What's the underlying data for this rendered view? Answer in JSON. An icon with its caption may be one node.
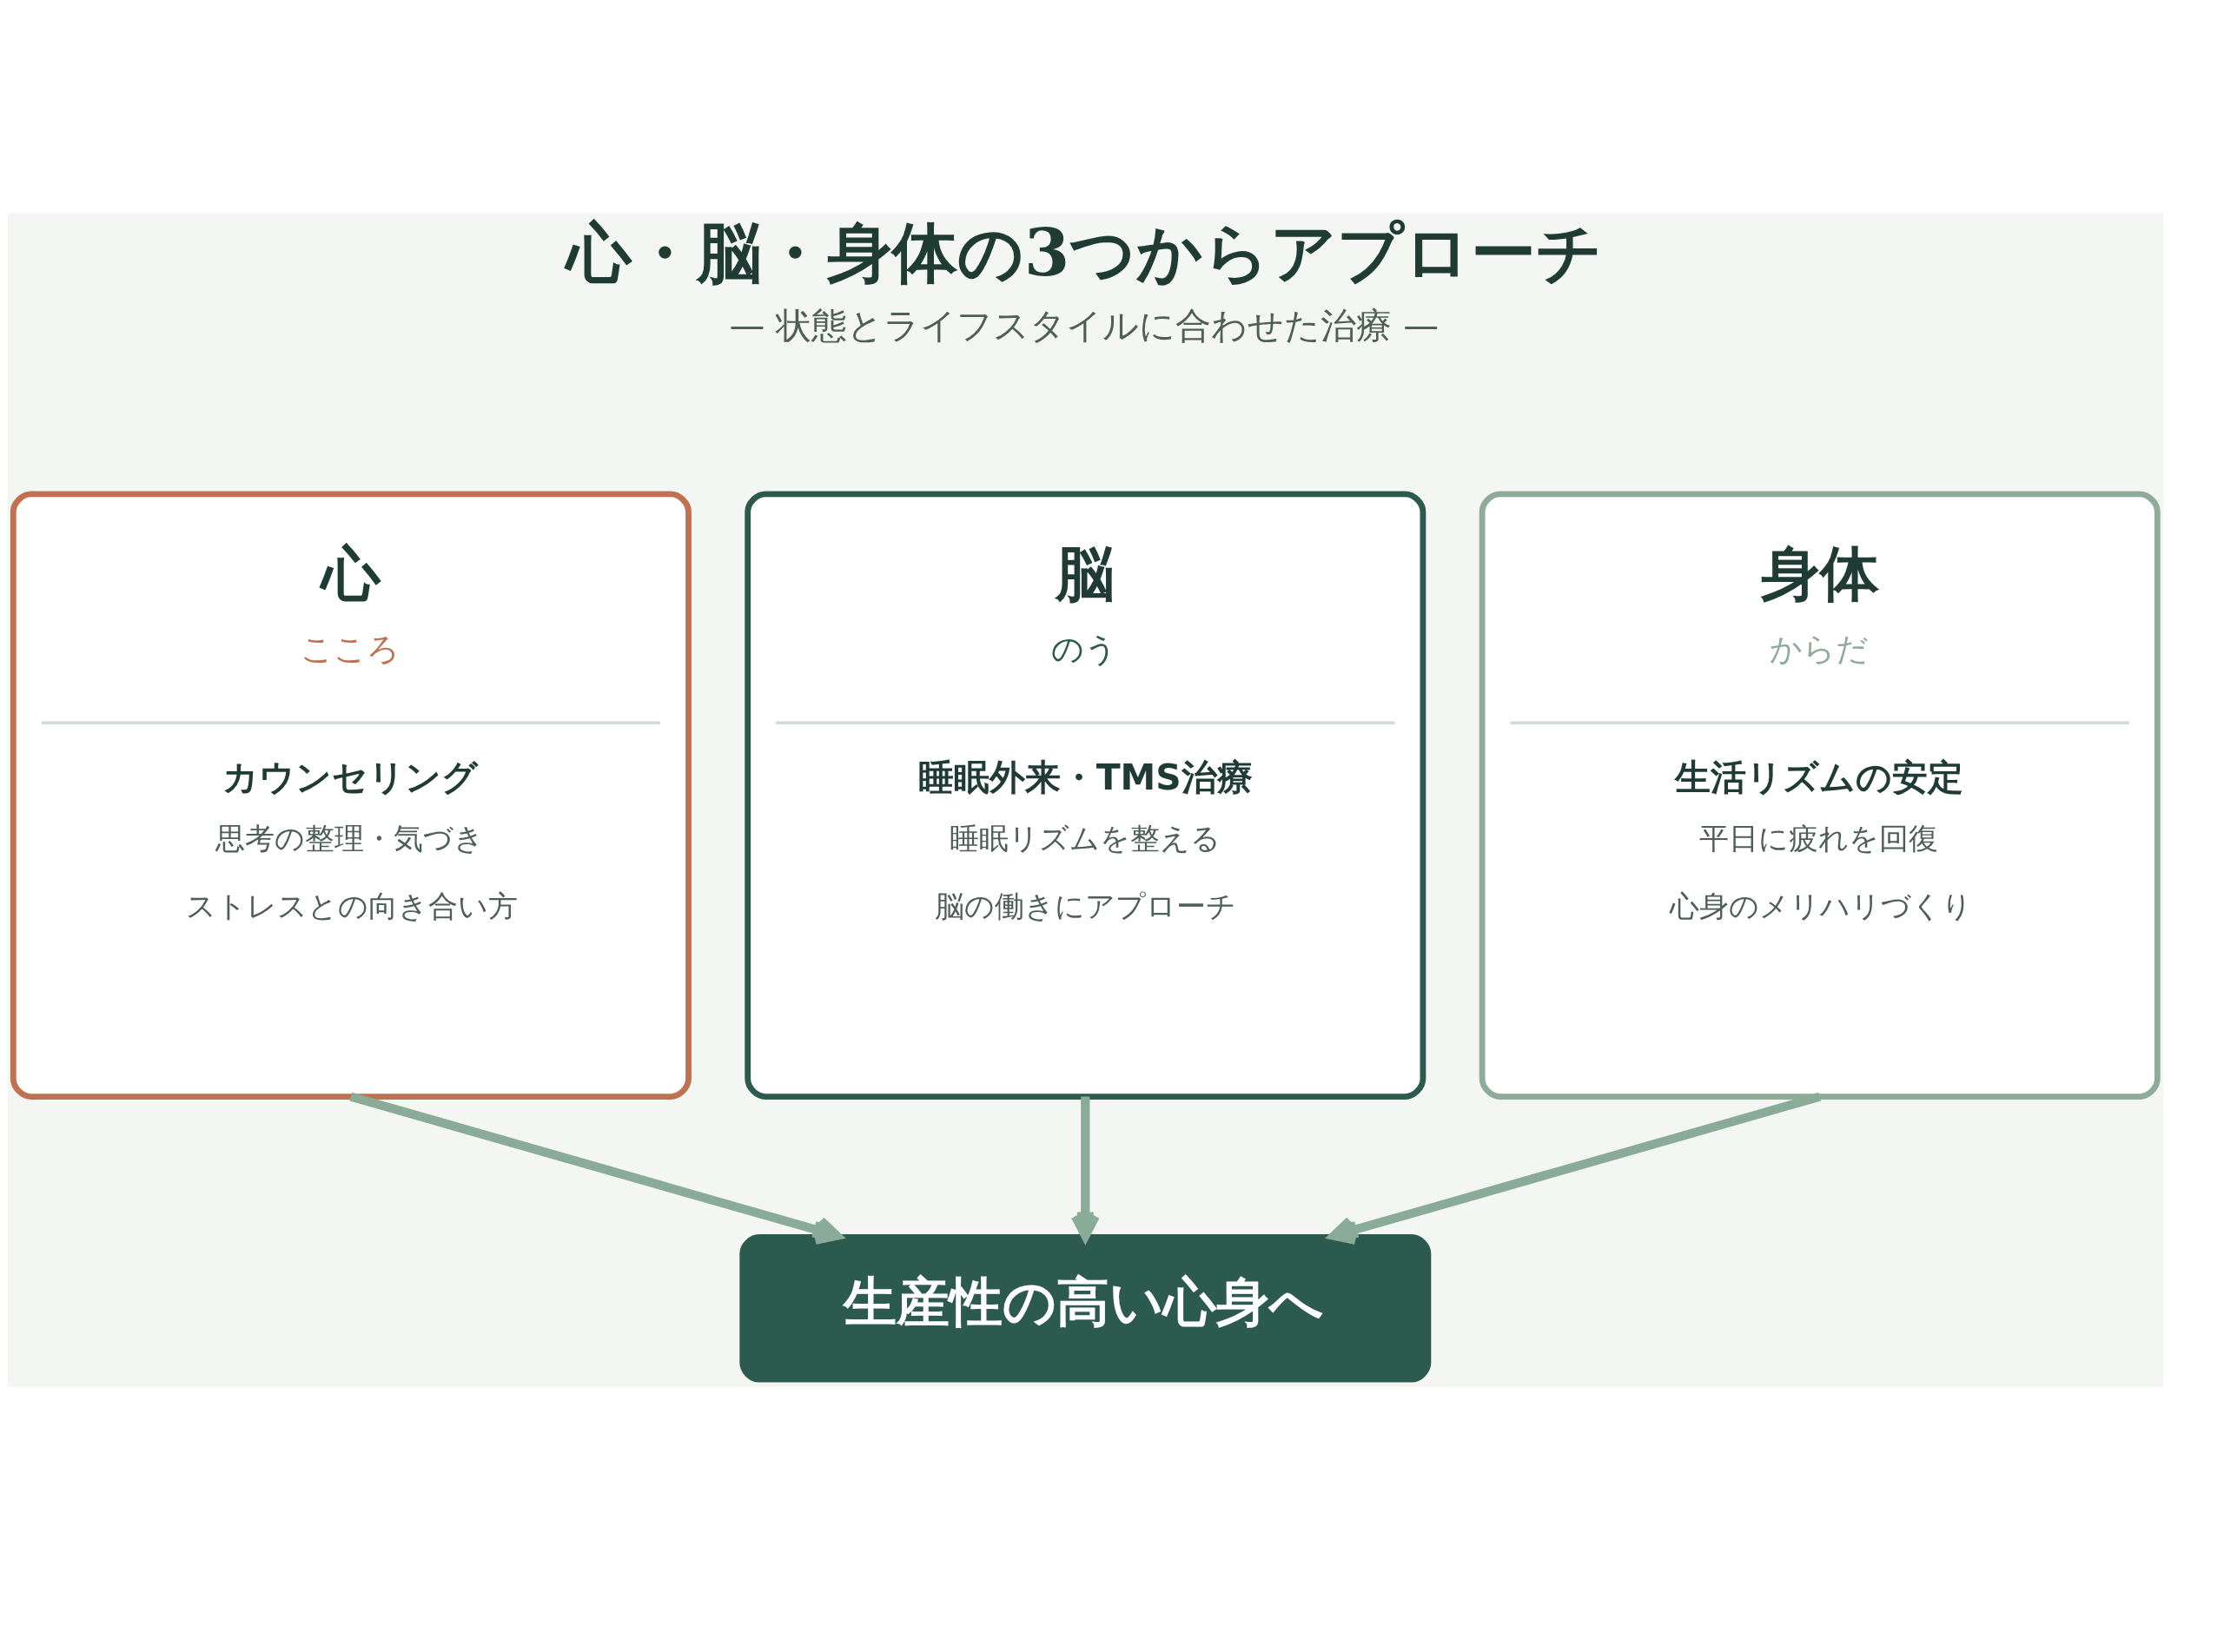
{
  "diagram": {
    "title": "心・脳・身体の3つからアプローチ",
    "nodes": [
      {
        "text": [
          "心",
          "こころ",
          "カウンセリング",
          "思考の整理・気づき",
          "ストレスとの向き合い方"
        ]
      },
      {
        "text": [
          "脳",
          "のう",
          "睡眠外来・TMS治療",
          "睡眠リズムを整える",
          "脳の働きにアプローチ"
        ]
      },
      {
        "text": [
          "身体",
          "からだ",
          "生活リズムの安定",
          "平日に疲れを回復",
          "心身のメリハリづくり"
        ]
      },
      {
        "text": [
          "生産性の高い心身へ"
        ]
      }
    ],
    "edges": [
      {
        "from": 0,
        "to": 3,
        "arrow": "to"
      },
      {
        "from": 1,
        "to": 3,
        "arrow": "to"
      },
      {
        "from": 2,
        "to": 3,
        "arrow": "to"
      }
    ],
    "labels": [
      "— 状態とライフスタイルに合わせた治療 —"
    ]
  }
}
